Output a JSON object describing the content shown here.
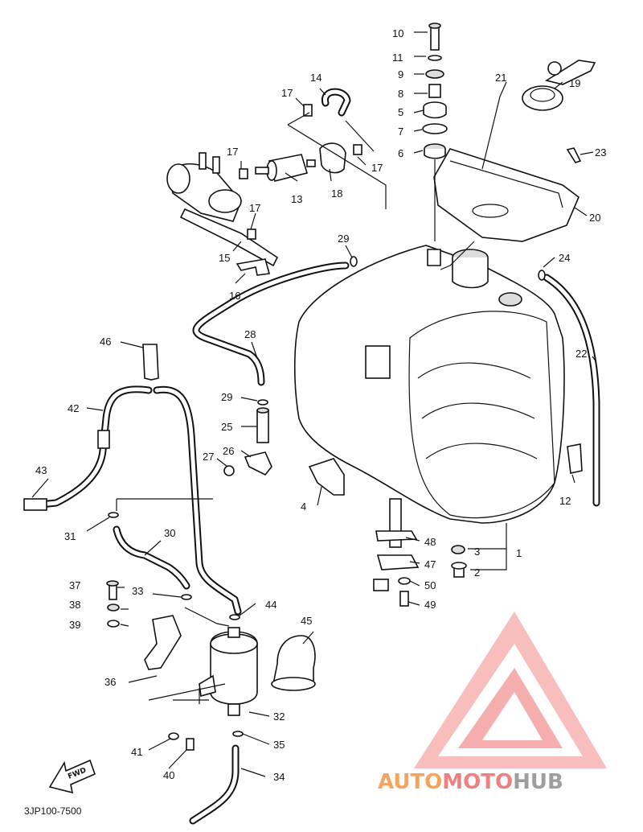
{
  "diagram": {
    "part_code": "3JP100-7500",
    "fwd_label": "FWD",
    "watermark": {
      "part1": "AUTO",
      "part2": "MOTO",
      "part3": "HUB",
      "color1": "#f7a35c",
      "color2": "#f08080",
      "color3": "#9e9e9e"
    },
    "labels": [
      {
        "id": "1",
        "text": "1"
      },
      {
        "id": "2",
        "text": "2"
      },
      {
        "id": "3",
        "text": "3"
      },
      {
        "id": "4",
        "text": "4"
      },
      {
        "id": "5",
        "text": "5"
      },
      {
        "id": "6",
        "text": "6"
      },
      {
        "id": "7",
        "text": "7"
      },
      {
        "id": "8",
        "text": "8"
      },
      {
        "id": "9",
        "text": "9"
      },
      {
        "id": "10",
        "text": "10"
      },
      {
        "id": "11",
        "text": "11"
      },
      {
        "id": "12",
        "text": "12"
      },
      {
        "id": "13",
        "text": "13"
      },
      {
        "id": "14",
        "text": "14"
      },
      {
        "id": "15",
        "text": "15"
      },
      {
        "id": "16",
        "text": "16"
      },
      {
        "id": "17a",
        "text": "17"
      },
      {
        "id": "17b",
        "text": "17"
      },
      {
        "id": "17c",
        "text": "17"
      },
      {
        "id": "17d",
        "text": "17"
      },
      {
        "id": "18",
        "text": "18"
      },
      {
        "id": "19",
        "text": "19"
      },
      {
        "id": "20",
        "text": "20"
      },
      {
        "id": "21",
        "text": "21"
      },
      {
        "id": "22",
        "text": "22"
      },
      {
        "id": "23",
        "text": "23"
      },
      {
        "id": "24",
        "text": "24"
      },
      {
        "id": "25",
        "text": "25"
      },
      {
        "id": "26",
        "text": "26"
      },
      {
        "id": "27",
        "text": "27"
      },
      {
        "id": "28",
        "text": "28"
      },
      {
        "id": "29a",
        "text": "29"
      },
      {
        "id": "29b",
        "text": "29"
      },
      {
        "id": "30",
        "text": "30"
      },
      {
        "id": "31",
        "text": "31"
      },
      {
        "id": "32",
        "text": "32"
      },
      {
        "id": "33",
        "text": "33"
      },
      {
        "id": "34",
        "text": "34"
      },
      {
        "id": "35",
        "text": "35"
      },
      {
        "id": "36",
        "text": "36"
      },
      {
        "id": "37",
        "text": "37"
      },
      {
        "id": "38",
        "text": "38"
      },
      {
        "id": "39",
        "text": "39"
      },
      {
        "id": "40",
        "text": "40"
      },
      {
        "id": "41",
        "text": "41"
      },
      {
        "id": "42",
        "text": "42"
      },
      {
        "id": "43",
        "text": "43"
      },
      {
        "id": "44",
        "text": "44"
      },
      {
        "id": "45",
        "text": "45"
      },
      {
        "id": "46",
        "text": "46"
      },
      {
        "id": "47",
        "text": "47"
      },
      {
        "id": "48",
        "text": "48"
      },
      {
        "id": "49",
        "text": "49"
      },
      {
        "id": "50",
        "text": "50"
      }
    ]
  }
}
